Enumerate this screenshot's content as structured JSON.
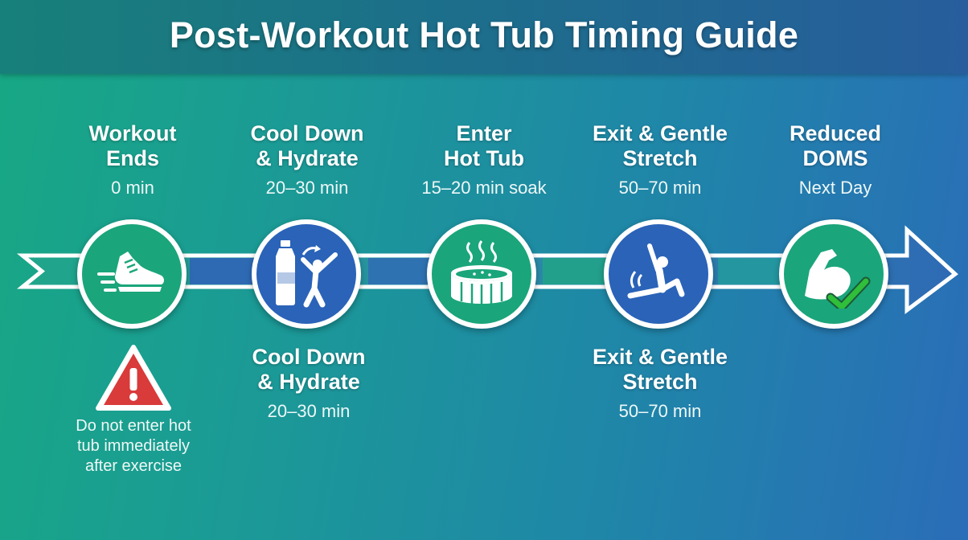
{
  "title": "Post-Workout Hot Tub Timing Guide",
  "colors": {
    "green_circle": "#1aa57a",
    "blue_circle": "#2a63b8",
    "arrow_green": "#1fa68a",
    "arrow_blue": "#2e6ab4",
    "warning_red": "#d93a3a",
    "check_green": "#2fbf3a"
  },
  "steps": [
    {
      "name_line1": "Workout",
      "name_line2": "Ends",
      "time": "0 min",
      "icon": "running-shoe-icon"
    },
    {
      "name_line1": "Cool Down",
      "name_line2": "& Hydrate",
      "time": "20–30 min",
      "icon": "water-bottle-stretch-icon"
    },
    {
      "name_line1": "Enter",
      "name_line2": "Hot Tub",
      "time": "15–20 min soak",
      "icon": "hot-tub-icon"
    },
    {
      "name_line1": "Exit & Gentle",
      "name_line2": "Stretch",
      "time": "50–70 min",
      "icon": "seated-stretch-icon"
    },
    {
      "name_line1": "Reduced",
      "name_line2": "DOMS",
      "time": "Next Day",
      "icon": "flexed-arm-check-icon"
    }
  ],
  "repeated_labels": [
    {
      "name_line1": "Cool Down",
      "name_line2": "& Hydrate",
      "time": "20–30 min"
    },
    {
      "name_line1": "Exit & Gentle",
      "name_line2": "Stretch",
      "time": "50–70 min"
    }
  ],
  "warning": {
    "icon": "warning-triangle-icon",
    "line1": "Do not enter hot",
    "line2": "tub immediately",
    "line3": "after exercise"
  }
}
